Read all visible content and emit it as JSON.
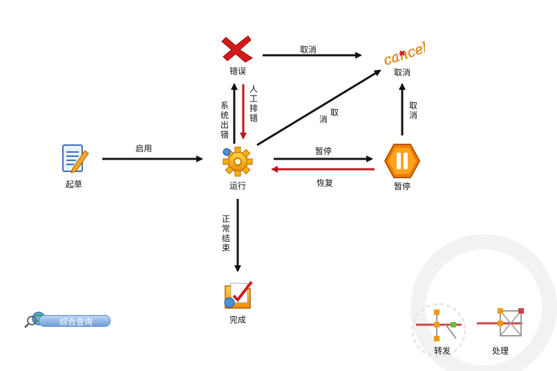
{
  "nodes": {
    "draft": "起草",
    "running": "运行",
    "error": "错误",
    "cancel": "取消",
    "pause": "暂停",
    "complete": "完成"
  },
  "edges": {
    "enable": "启用",
    "cancel_top": "取消",
    "system_error": "系统出错",
    "manual_clear": "人工排错",
    "cancel_diag_1": "取",
    "cancel_diag_2": "消",
    "pause": "暂停",
    "resume": "恢复",
    "cancel_right": "取消",
    "normal_end": "正常结束"
  },
  "cancel_logo_text": "cancel",
  "query_button": "综合查询",
  "tools": {
    "forward": "转发",
    "process": "处理"
  },
  "colors": {
    "arrow_black": "#111111",
    "arrow_red": "#b8161b",
    "pause_orange": "#f07d00",
    "cancel_orange": "#f29a1b"
  }
}
